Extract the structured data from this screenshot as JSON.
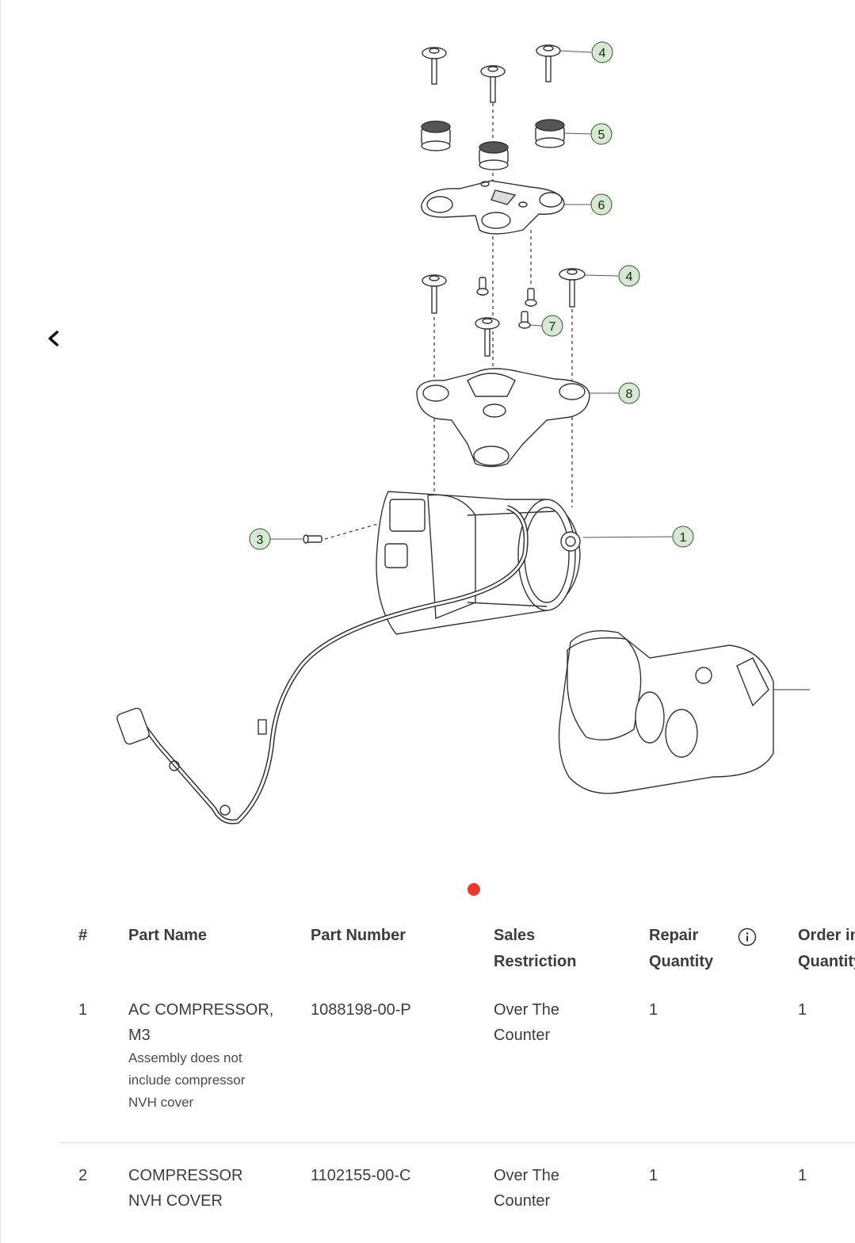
{
  "navigation": {
    "prev_icon": "chevron-left-icon",
    "pager": {
      "active_dot_color": "#e8392c"
    }
  },
  "diagram": {
    "callout_fill": "#d4ebd0",
    "callouts": [
      {
        "label": "4"
      },
      {
        "label": "5"
      },
      {
        "label": "6"
      },
      {
        "label": "4"
      },
      {
        "label": "7"
      },
      {
        "label": "8"
      },
      {
        "label": "3"
      },
      {
        "label": "1"
      }
    ]
  },
  "table": {
    "headers": {
      "num": "#",
      "part_name": "Part Name",
      "part_number": "Part Number",
      "sales_line1": "Sales",
      "sales_line2": "Restriction",
      "repair_line1": "Repair",
      "repair_line2": "Quantity",
      "order_line1": "Order in",
      "order_line2": "Quantity"
    },
    "info_icon": "info-icon",
    "rows": [
      {
        "num": "1",
        "name_line1": "AC COMPRESSOR,",
        "name_line2": "M3",
        "note_line1": "Assembly does not",
        "note_line2": "include compressor",
        "note_line3": "NVH cover",
        "part_number": "1088198-00-P",
        "sales_line1": "Over The",
        "sales_line2": "Counter",
        "repair_qty": "1",
        "order_qty": "1"
      },
      {
        "num": "2",
        "name_line1": "COMPRESSOR",
        "name_line2": "NVH COVER",
        "part_number": "1102155-00-C",
        "sales_line1": "Over The",
        "sales_line2": "Counter",
        "repair_qty": "1",
        "order_qty": "1"
      }
    ]
  }
}
